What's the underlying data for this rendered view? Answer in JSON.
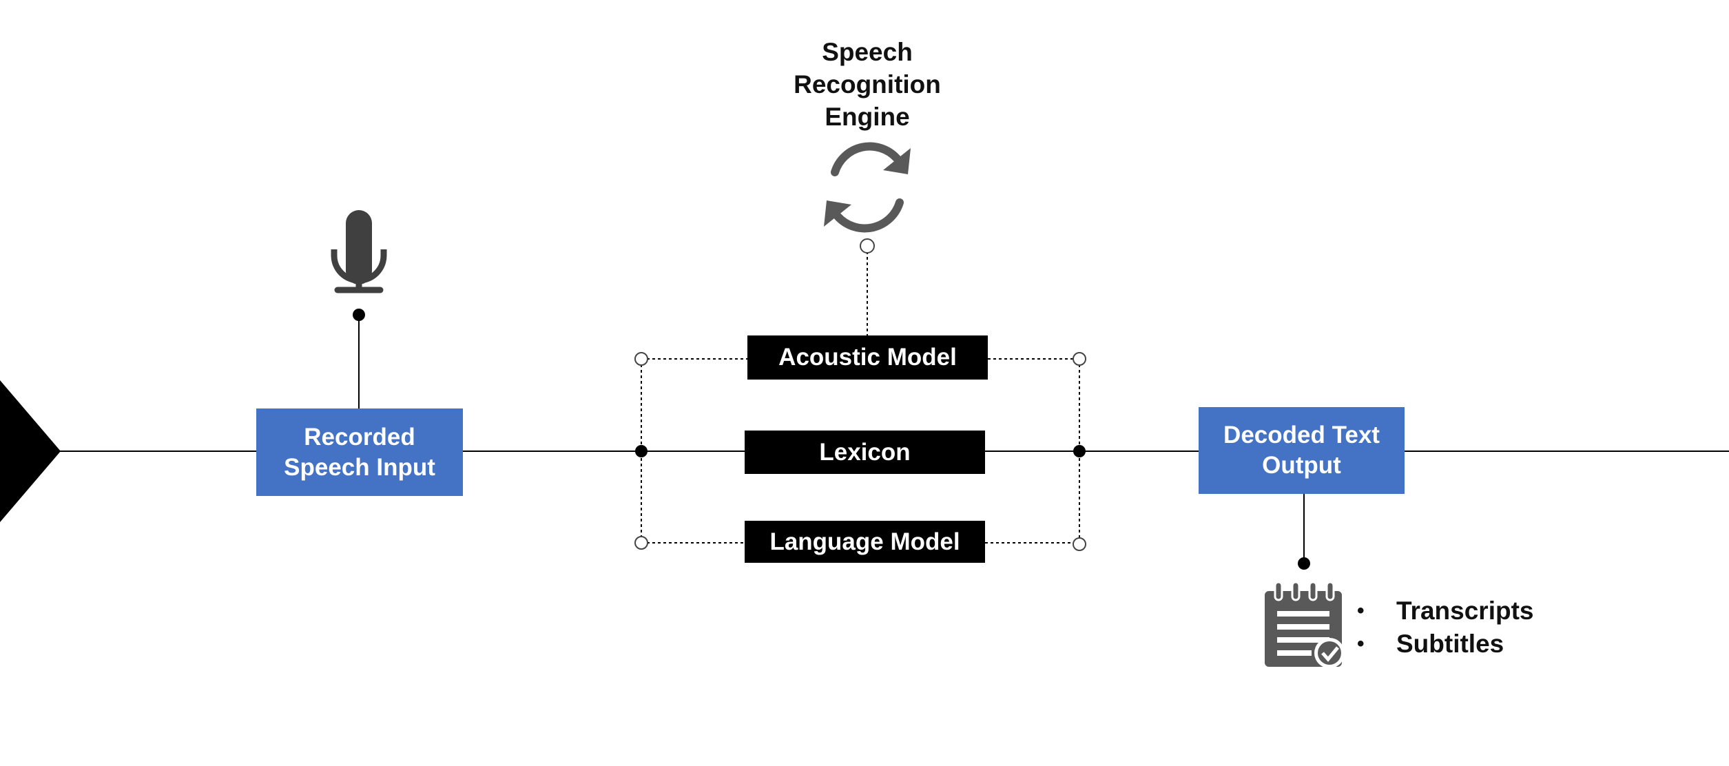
{
  "diagram": {
    "engine": {
      "title": "Speech\nRecognition\nEngine",
      "icon": "refresh-icon"
    },
    "input": {
      "label": "Recorded\nSpeech Input",
      "icon": "microphone-icon"
    },
    "components": [
      {
        "label": "Acoustic Model"
      },
      {
        "label": "Lexicon"
      },
      {
        "label": "Language Model"
      }
    ],
    "output": {
      "label": "Decoded Text\nOutput",
      "icon": "notepad-check-icon",
      "items": [
        "Transcripts",
        "Subtitles"
      ]
    },
    "colors": {
      "node_blue": "#4472c4",
      "node_black": "#000000",
      "icon_gray": "#595959"
    }
  }
}
